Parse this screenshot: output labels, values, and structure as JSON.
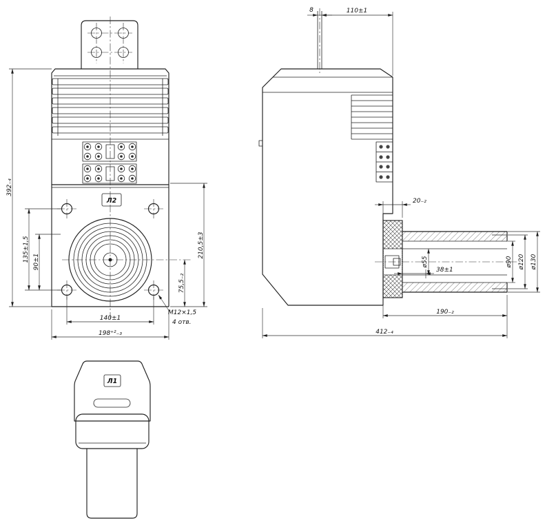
{
  "colors": {
    "ink": "#1f1f1f",
    "background": "#ffffff"
  },
  "front_view": {
    "plate_label": "Л2",
    "dims": {
      "overall_height": "392₋₄",
      "hole_spacing_v": "135±1,5",
      "center_offset": "90±1",
      "flange_section_height": "210,5±3",
      "center_to_bottom": "75,5₋₂",
      "hole_spacing_h": "140±1",
      "overall_width": "198⁺²₋₃",
      "thread_callout": "M12×1,5",
      "thread_holes": "4 отв."
    }
  },
  "side_view": {
    "dims": {
      "conductor_width": "8",
      "conductor_offset": "110±1",
      "flange_thickness": "20₋₂",
      "bore_diameter": "ø55",
      "bore_depth": "38±1",
      "inner_diameter": "ø90",
      "mid_diameter": "ø120",
      "outer_diameter": "ø130",
      "bushing_length": "190₋₂",
      "overall_length": "412₋₄"
    }
  },
  "bottom_view": {
    "plate_label": "Л1"
  }
}
